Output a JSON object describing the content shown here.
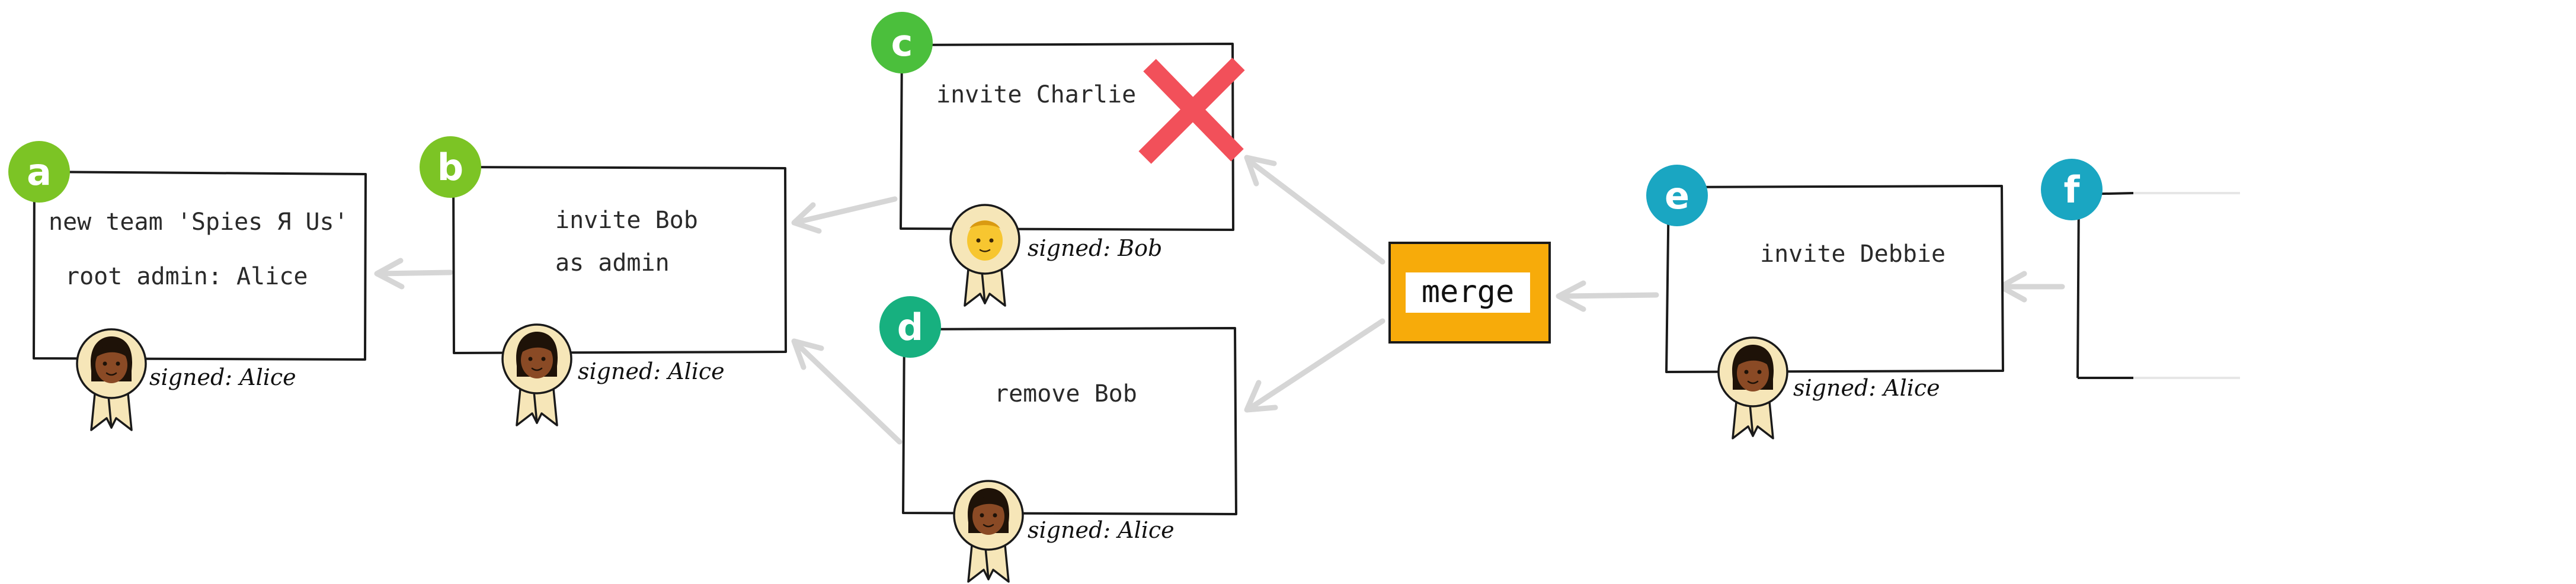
{
  "nodes": [
    {
      "id": "a",
      "label": "a",
      "color": "#7cc425",
      "lines": [
        "new team 'Spies Я Us'",
        "root admin: Alice"
      ],
      "signed": "signed: Alice",
      "signer": "Alice"
    },
    {
      "id": "b",
      "label": "b",
      "color": "#7cc425",
      "lines": [
        "invite Bob",
        "as admin"
      ],
      "signed": "signed: Alice",
      "signer": "Alice"
    },
    {
      "id": "c",
      "label": "c",
      "color": "#4bbf3c",
      "lines": [
        "invite Charlie"
      ],
      "signed": "signed: Bob",
      "signer": "Bob",
      "rejected": true
    },
    {
      "id": "d",
      "label": "d",
      "color": "#17b07f",
      "lines": [
        "remove Bob"
      ],
      "signed": "signed: Alice",
      "signer": "Alice"
    },
    {
      "id": "e",
      "label": "e",
      "color": "#1aa6c2",
      "lines": [
        "invite Debbie"
      ],
      "signed": "signed: Alice",
      "signer": "Alice"
    },
    {
      "id": "f",
      "label": "f",
      "color": "#1aa6c2",
      "lines": []
    }
  ],
  "merge": {
    "label": "merge",
    "color": "#f7ab0a"
  },
  "colors": {
    "rejected_x": "#f2505a",
    "arrow": "#d6d6d6",
    "badge_fill": "#f6e6b8",
    "alice_skin": "#8a4a25",
    "bob_skin": "#f7c630"
  },
  "icons": {
    "rejected": "x-mark-icon",
    "signer_badge": "avatar-badge-icon"
  }
}
